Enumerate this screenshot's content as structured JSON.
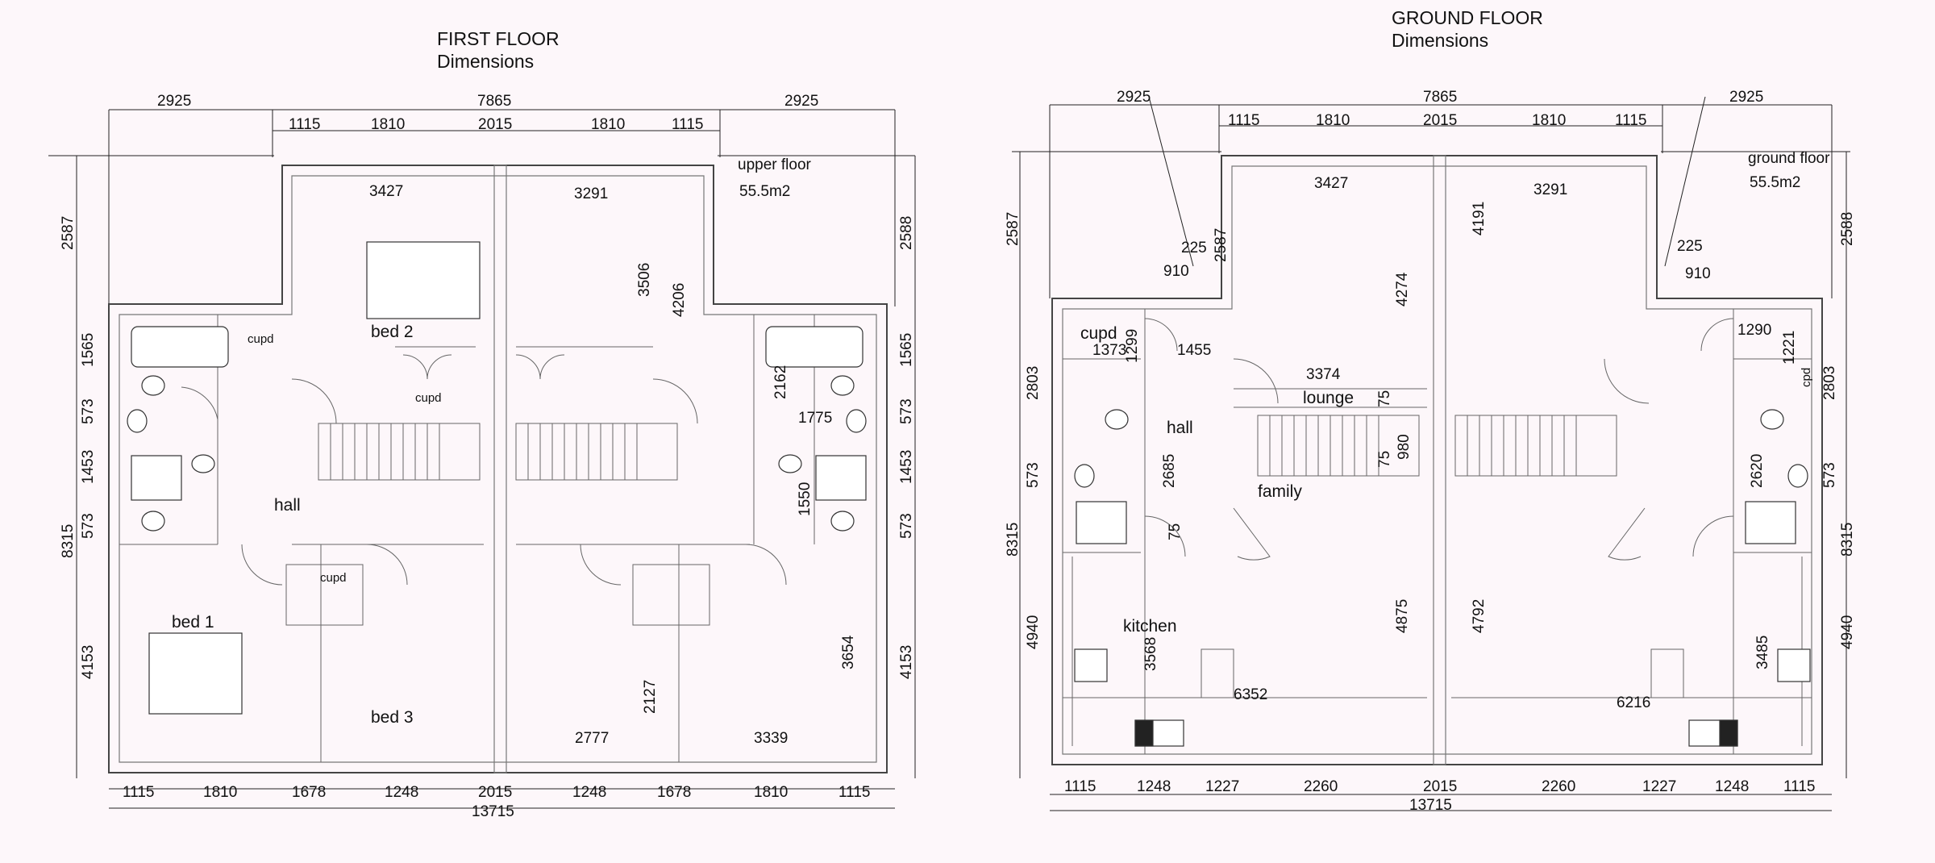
{
  "first_floor": {
    "title": "FIRST FLOOR",
    "subtitle": "Dimensions",
    "area_label": "upper floor",
    "area_value": "55.5m2",
    "top_dims_outer": [
      "2925",
      "7865",
      "2925"
    ],
    "top_dims_inner": [
      "1115",
      "1810",
      "2015",
      "1810",
      "1115"
    ],
    "bottom_dims": [
      "1115",
      "1810",
      "1678",
      "1248",
      "2015",
      "1248",
      "1678",
      "1810",
      "1115"
    ],
    "bottom_total": "13715",
    "left_dims": [
      "2587",
      "1565",
      "573",
      "1453",
      "573",
      "8315",
      "4153"
    ],
    "right_dims": [
      "2588",
      "1565",
      "573",
      "1453",
      "573",
      "4153"
    ],
    "inner_dims": [
      "3427",
      "3291",
      "3506",
      "4206",
      "2162",
      "1775",
      "1550",
      "3654",
      "2127",
      "2777",
      "3339"
    ],
    "rooms": [
      "bed 2",
      "hall",
      "bed 1",
      "bed 3",
      "cupd",
      "cupd",
      "cupd"
    ]
  },
  "ground_floor": {
    "title": "GROUND FLOOR",
    "subtitle": "Dimensions",
    "area_label": "ground floor",
    "area_value": "55.5m2",
    "top_dims_outer": [
      "2925",
      "7865",
      "2925"
    ],
    "top_dims_inner": [
      "1115",
      "1810",
      "2015",
      "1810",
      "1115"
    ],
    "bottom_dims": [
      "1115",
      "1248",
      "1227",
      "2260",
      "2015",
      "2260",
      "1227",
      "1248",
      "1115"
    ],
    "bottom_total": "13715",
    "left_dims": [
      "2587",
      "2803",
      "573",
      "8315",
      "4940"
    ],
    "right_dims": [
      "2588",
      "2803",
      "573",
      "8315",
      "4940"
    ],
    "inner_dims": [
      "225",
      "910",
      "2587",
      "3427",
      "3291",
      "4274",
      "4191",
      "225",
      "910",
      "1290",
      "1221",
      "1373",
      "1299",
      "1455",
      "3374",
      "75",
      "980",
      "75",
      "2685",
      "75",
      "2620",
      "3568",
      "4875",
      "4792",
      "3485",
      "6352",
      "6216"
    ],
    "rooms": [
      "cupd",
      "hall",
      "lounge",
      "family",
      "kitchen",
      "cpd"
    ]
  },
  "colors": {
    "background": "#fdf7fa",
    "lines": "#333333"
  }
}
